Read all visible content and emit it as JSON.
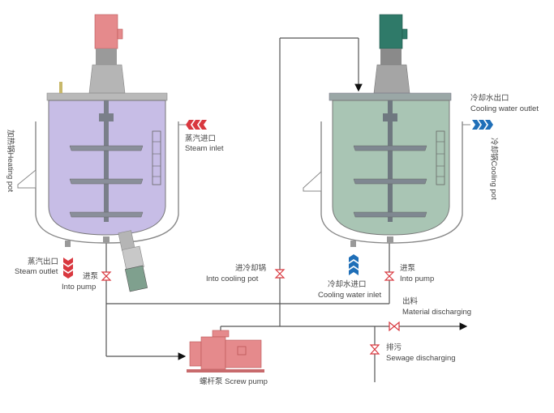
{
  "heating_pot": {
    "label_cn": "加热锅",
    "label_en": "Heating pot",
    "steam_inlet_cn": "蒸汽进口",
    "steam_inlet_en": "Steam inlet",
    "steam_outlet_cn": "蒸汽出口",
    "steam_outlet_en": "Steam outlet",
    "into_pump_cn": "进泵",
    "into_pump_en": "Into pump",
    "body_color": "#c7bde6",
    "motor_color": "#e58a8c",
    "arrow_color": "#d9383f"
  },
  "cooling_pot": {
    "label_cn": "冷却锅",
    "label_en": "Cooling pot",
    "water_outlet_cn": "冷却水出口",
    "water_outlet_en": "Cooling water outlet",
    "water_inlet_cn": "冷却水进口",
    "water_inlet_en": "Cooling water inlet",
    "into_pump_cn": "进泵",
    "into_pump_en": "Into pump",
    "body_color": "#a9c5b4",
    "motor_color": "#2f7a69",
    "arrow_color": "#1f6fb8"
  },
  "into_cooling_pot_cn": "进冷却锅",
  "into_cooling_pot_en": "Into cooling pot",
  "material_discharging_cn": "出料",
  "material_discharging_en": "Material discharging",
  "sewage_discharging_cn": "排污",
  "sewage_discharging_en": "Sewage discharging",
  "screw_pump_label": "螺杆泵 Screw pump",
  "pump_color": "#e58a8c",
  "pipe_color": "#555555",
  "valve_color": "#d9383f"
}
